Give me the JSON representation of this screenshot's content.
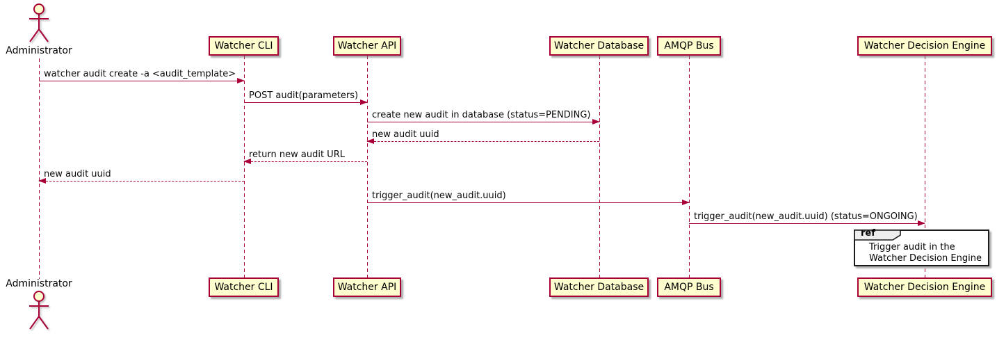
{
  "diagram": {
    "kind": "sequence-diagram",
    "colors": {
      "participant_fill": "#FEFECE",
      "participant_border": "#A80036",
      "lifeline": "#A80036",
      "arrow": "#A80036",
      "text": "#000000",
      "ref_fill": "#FFFFFF",
      "ref_border": "#1A1A1A",
      "ref_tab_fill": "#EEEEEE",
      "background": "#FFFFFF"
    }
  },
  "actors": [
    {
      "label": "Administrator"
    }
  ],
  "participants": [
    {
      "label": "Watcher CLI"
    },
    {
      "label": "Watcher API"
    },
    {
      "label": "Watcher Database"
    },
    {
      "label": "AMQP Bus"
    },
    {
      "label": "Watcher Decision Engine"
    }
  ],
  "messages": [
    {
      "from": "Administrator",
      "to": "Watcher CLI",
      "text": "watcher audit create -a <audit_template>",
      "line": "solid",
      "direction": "right"
    },
    {
      "from": "Watcher CLI",
      "to": "Watcher API",
      "text": "POST audit(parameters)",
      "line": "solid",
      "direction": "right"
    },
    {
      "from": "Watcher API",
      "to": "Watcher Database",
      "text": "create new audit in database (status=PENDING)",
      "line": "solid",
      "direction": "right"
    },
    {
      "from": "Watcher Database",
      "to": "Watcher API",
      "text": "new audit uuid",
      "line": "dashed",
      "direction": "left"
    },
    {
      "from": "Watcher API",
      "to": "Watcher CLI",
      "text": "return new audit URL",
      "line": "dashed",
      "direction": "left"
    },
    {
      "from": "Watcher CLI",
      "to": "Administrator",
      "text": "new audit uuid",
      "line": "dashed",
      "direction": "left"
    },
    {
      "from": "Watcher API",
      "to": "AMQP Bus",
      "text": "trigger_audit(new_audit.uuid)",
      "line": "solid",
      "direction": "right"
    },
    {
      "from": "AMQP Bus",
      "to": "Watcher Decision Engine",
      "text": "trigger_audit(new_audit.uuid) (status=ONGOING)",
      "line": "solid",
      "direction": "right"
    }
  ],
  "ref": {
    "keyword": "ref",
    "over": "Watcher Decision Engine",
    "lines": [
      "Trigger audit in the",
      "Watcher Decision Engine"
    ]
  }
}
